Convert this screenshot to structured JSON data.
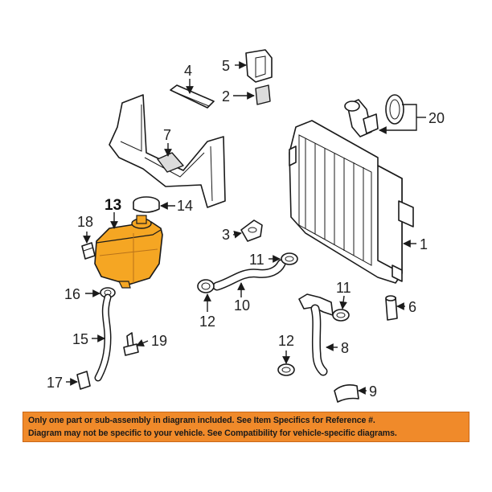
{
  "diagram": {
    "highlight_color": "#f5a623",
    "notice_color": "#f08a2a",
    "callouts": {
      "p1": "1",
      "p2": "2",
      "p3": "3",
      "p4": "4",
      "p5": "5",
      "p6": "6",
      "p7": "7",
      "p8": "8",
      "p9": "9",
      "p10": "10",
      "p11a": "11",
      "p11b": "11",
      "p12a": "12",
      "p12b": "12",
      "p13": "13",
      "p14": "14",
      "p15": "15",
      "p16": "16",
      "p17": "17",
      "p18": "18",
      "p19": "19",
      "p20": "20"
    }
  },
  "notice": {
    "line1": "Only one part or sub-assembly in diagram included. See Item Specifics for Reference #.",
    "line2": "Diagram may not be specific to your vehicle. See Compatibility for vehicle-specific diagrams."
  }
}
